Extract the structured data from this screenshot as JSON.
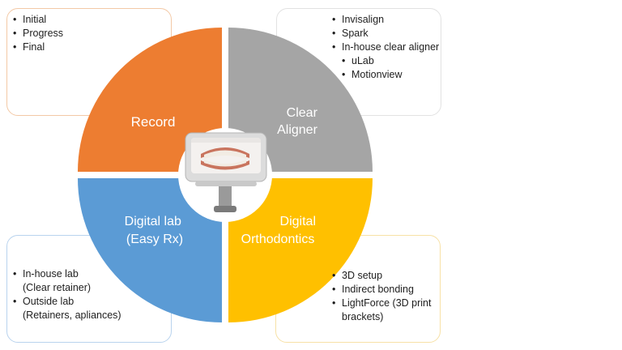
{
  "quadrants": [
    {
      "id": "record",
      "label_lines": [
        "Record"
      ],
      "color": "#ed7d31"
    },
    {
      "id": "clear-aligner",
      "label_lines": [
        "Clear",
        "Aligner"
      ],
      "color": "#a5a5a5"
    },
    {
      "id": "digital-lab",
      "label_lines": [
        "Digital lab",
        "(Easy Rx)"
      ],
      "color": "#5b9bd5"
    },
    {
      "id": "digital-orthodontics",
      "label_lines": [
        "Digital",
        "Orthodontics"
      ],
      "color": "#ffc000"
    }
  ],
  "cards": {
    "record": {
      "items": [
        {
          "text": "Initial"
        },
        {
          "text": "Progress"
        },
        {
          "text": "Final"
        }
      ]
    },
    "clear_aligner": {
      "items": [
        {
          "text": "Invisalign"
        },
        {
          "text": "Spark"
        },
        {
          "text": "In-house clear aligner"
        },
        {
          "text": "uLab",
          "sub": true
        },
        {
          "text": "Motionview",
          "sub": true
        }
      ]
    },
    "digital_lab": {
      "items": [
        {
          "lines": [
            "In-house lab",
            "(Clear retainer)"
          ]
        },
        {
          "lines": [
            "Outside lab",
            "(Retainers, apliances)"
          ]
        }
      ]
    },
    "digital_orthodontics": {
      "items": [
        {
          "lines": [
            "3D setup"
          ]
        },
        {
          "lines": [
            "Indirect bonding"
          ]
        },
        {
          "lines": [
            "LightForce (3D print",
            "brackets)"
          ]
        }
      ]
    }
  },
  "center_image": {
    "icon": "intraoral-scanner-icon",
    "alt": "scanner"
  }
}
